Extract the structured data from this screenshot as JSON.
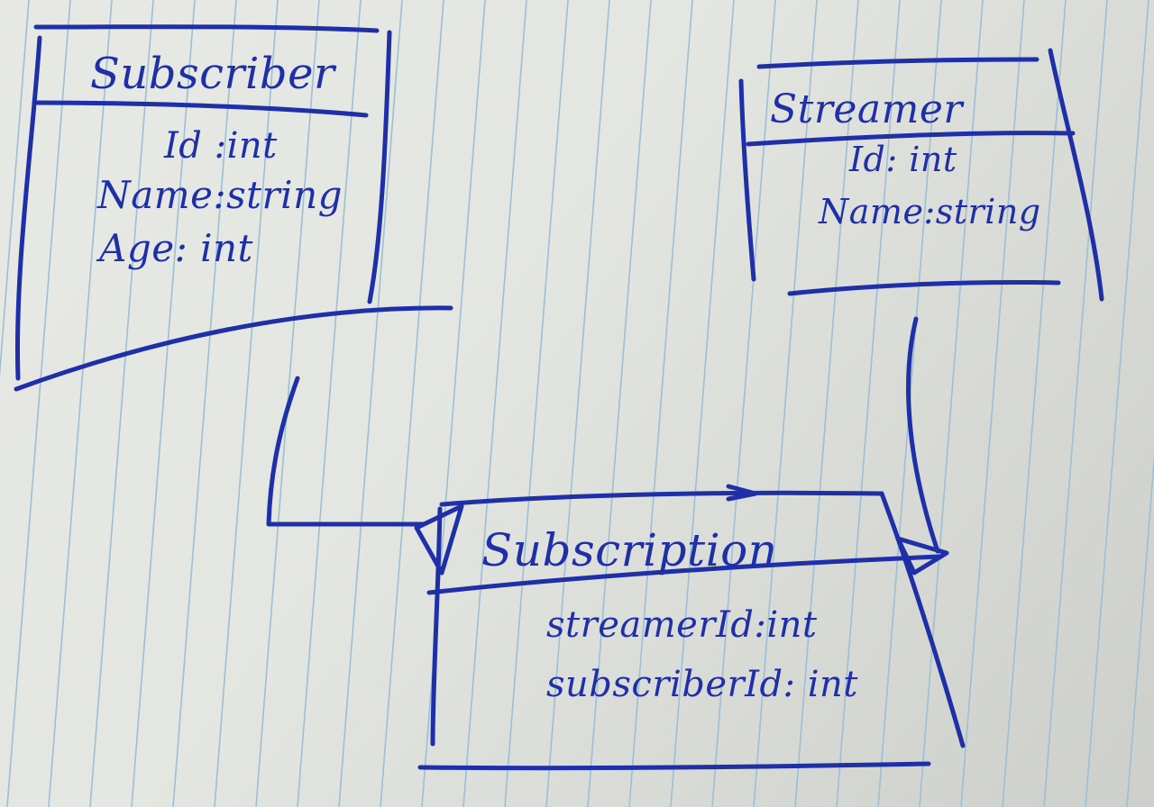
{
  "diagram": {
    "ink_color": "#1f2fa8",
    "rule_color": "#9cbfd6",
    "entities": [
      {
        "name": "Subscriber",
        "fields": [
          "Id :int",
          "Name:string",
          "Age: int"
        ]
      },
      {
        "name": "Streamer",
        "fields": [
          "Id: int",
          "Name:string"
        ]
      },
      {
        "name": "Subscription",
        "fields": [
          "streamerId:int",
          "subscriberId: int"
        ]
      }
    ],
    "relationships": [
      {
        "from": "Subscriber",
        "to": "Subscription",
        "end": "arrow"
      },
      {
        "from": "Streamer",
        "to": "Subscription",
        "end": "arrow"
      }
    ]
  }
}
